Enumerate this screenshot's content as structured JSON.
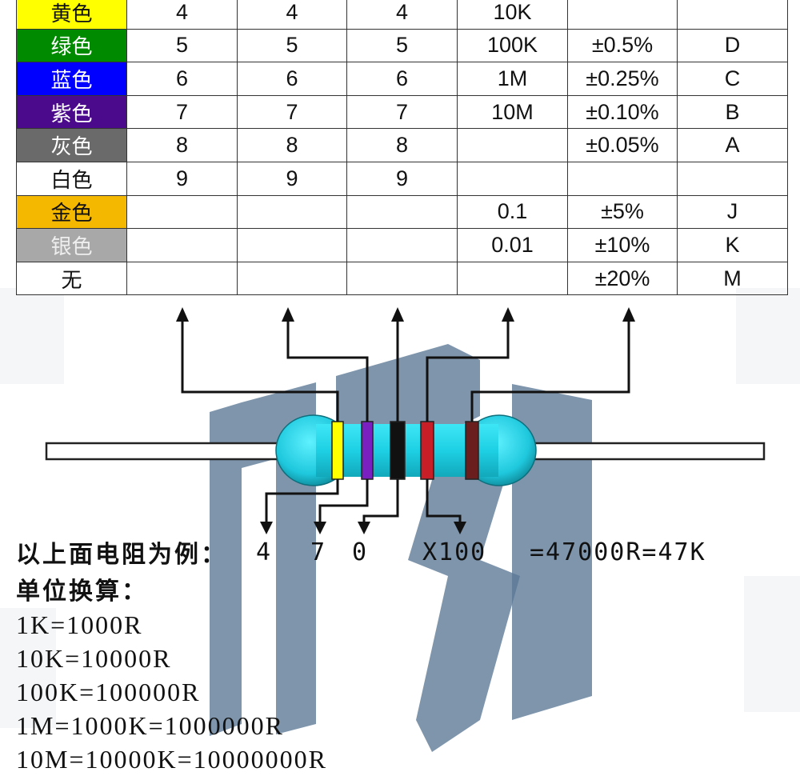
{
  "table": {
    "rows": [
      {
        "name": "黄色",
        "bg": "#ffff00",
        "fg": "#111111",
        "d1": "4",
        "d2": "4",
        "d3": "4",
        "mult": "10K",
        "tol": "",
        "code": ""
      },
      {
        "name": "绿色",
        "bg": "#008a00",
        "fg": "#ffffff",
        "d1": "5",
        "d2": "5",
        "d3": "5",
        "mult": "100K",
        "tol": "±0.5%",
        "code": "D"
      },
      {
        "name": "蓝色",
        "bg": "#0000ff",
        "fg": "#ffffff",
        "d1": "6",
        "d2": "6",
        "d3": "6",
        "mult": "1M",
        "tol": "±0.25%",
        "code": "C"
      },
      {
        "name": "紫色",
        "bg": "#4b0a8c",
        "fg": "#ffffff",
        "d1": "7",
        "d2": "7",
        "d3": "7",
        "mult": "10M",
        "tol": "±0.10%",
        "code": "B"
      },
      {
        "name": "灰色",
        "bg": "#6a6a6a",
        "fg": "#ffffff",
        "d1": "8",
        "d2": "8",
        "d3": "8",
        "mult": "",
        "tol": "±0.05%",
        "code": "A"
      },
      {
        "name": "白色",
        "bg": "#ffffff",
        "fg": "#111111",
        "d1": "9",
        "d2": "9",
        "d3": "9",
        "mult": "",
        "tol": "",
        "code": ""
      },
      {
        "name": "金色",
        "bg": "#f5b800",
        "fg": "#111111",
        "d1": "",
        "d2": "",
        "d3": "",
        "mult": "0.1",
        "tol": "±5%",
        "code": "J"
      },
      {
        "name": "银色",
        "bg": "#a8a8a8",
        "fg": "#eeeeee",
        "d1": "",
        "d2": "",
        "d3": "",
        "mult": "0.01",
        "tol": "±10%",
        "code": "K"
      },
      {
        "name": "无",
        "bg": "#ffffff",
        "fg": "#111111",
        "d1": "",
        "d2": "",
        "d3": "",
        "mult": "",
        "tol": "±20%",
        "code": "M"
      }
    ]
  },
  "resistor": {
    "bands": [
      {
        "name": "band-1",
        "color": "#ffff00"
      },
      {
        "name": "band-2",
        "color": "#7a1fc0"
      },
      {
        "name": "band-3",
        "color": "#111111"
      },
      {
        "name": "band-4",
        "color": "#c81e28"
      },
      {
        "name": "band-5",
        "color": "#6b1e1e"
      }
    ],
    "body_color": "#22d3e6"
  },
  "example": {
    "label": "以上面电阻为例：",
    "digit1": "4",
    "digit2": "7",
    "digit3": "0",
    "multiplier": "X100",
    "result": "=47000R=47K"
  },
  "units": {
    "title": "单位换算：",
    "lines": [
      "1K=1000R",
      "10K=10000R",
      "100K=100000R",
      "1M=1000K=1000000R",
      "10M=10000K=10000000R"
    ]
  },
  "colors": {
    "watermark": "#4a6a8a",
    "arrow": "#111111"
  }
}
